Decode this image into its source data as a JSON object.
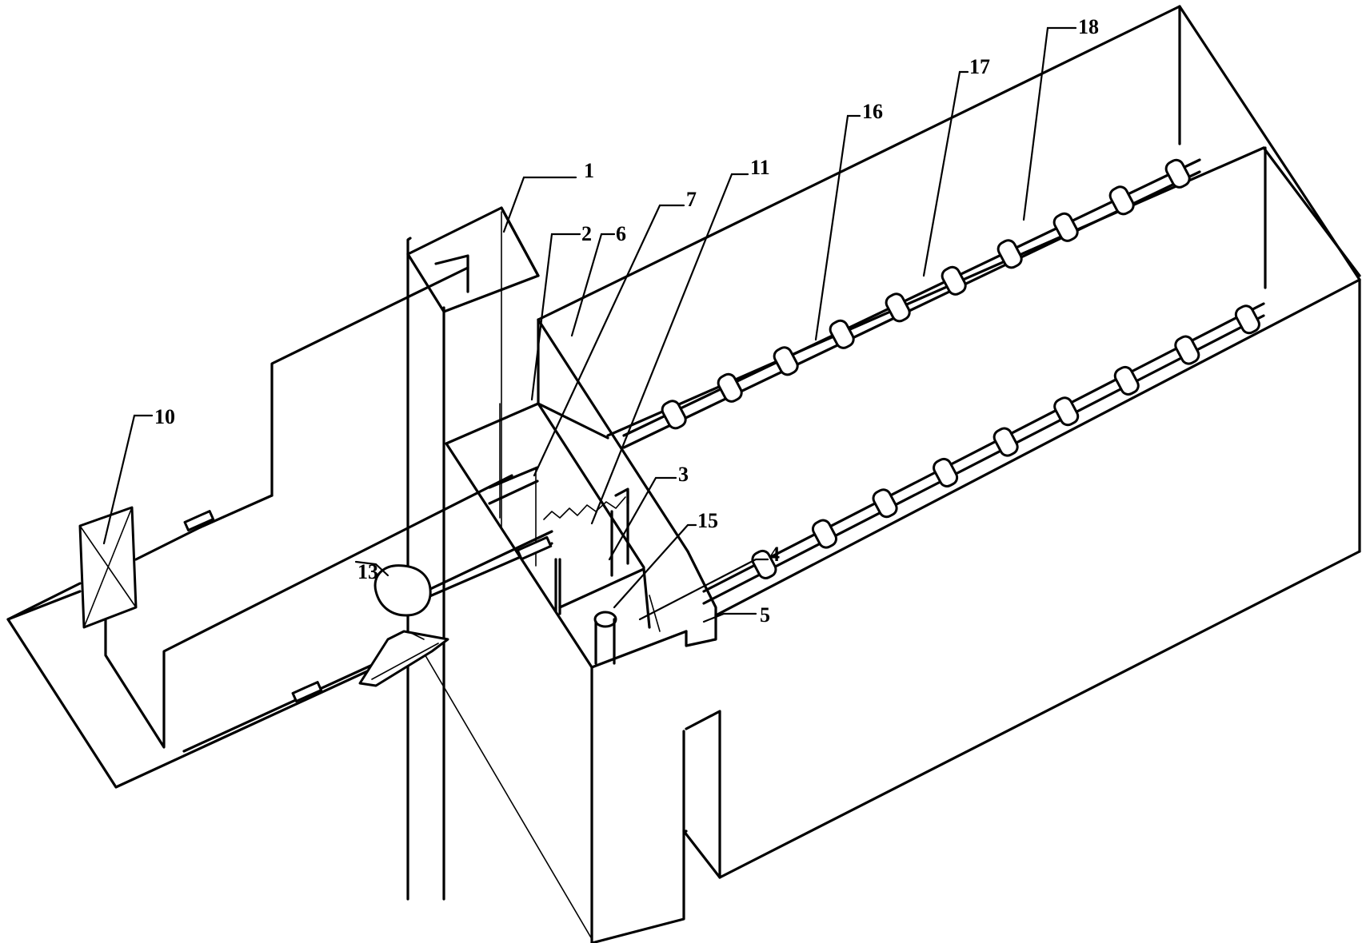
{
  "labels": {
    "l1": "1",
    "l2": "2",
    "l3": "3",
    "l4": "4",
    "l5": "5",
    "l6": "6",
    "l7": "7",
    "l10": "10",
    "l11": "11",
    "l13": "13",
    "l15": "15",
    "l16": "16",
    "l17": "17",
    "l18": "18"
  },
  "colors": {
    "stroke": "#000000",
    "background": "#ffffff"
  }
}
